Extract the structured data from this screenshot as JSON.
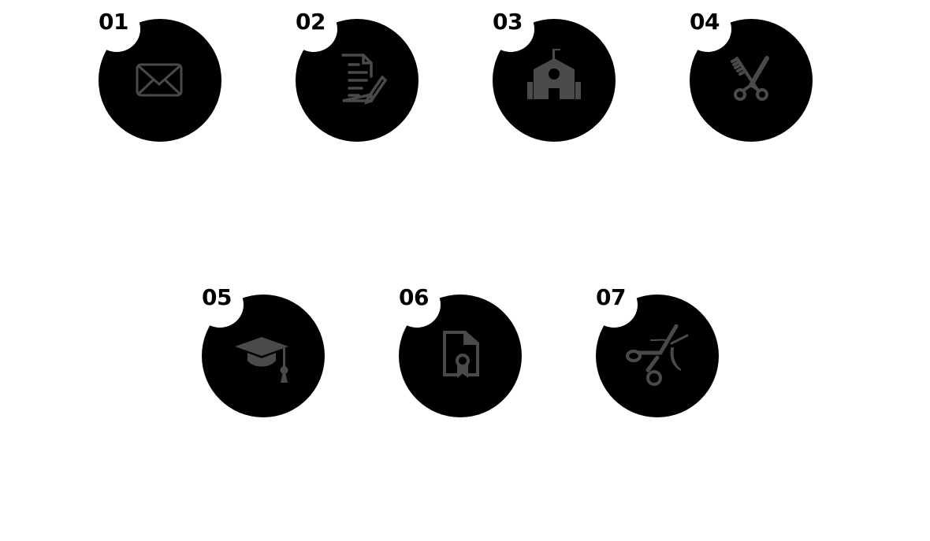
{
  "icon_color": "#4a4a4a",
  "items": [
    {
      "number": "01",
      "icon": "envelope-icon"
    },
    {
      "number": "02",
      "icon": "document-edit-icon"
    },
    {
      "number": "03",
      "icon": "school-building-icon"
    },
    {
      "number": "04",
      "icon": "scissors-comb-icon"
    },
    {
      "number": "05",
      "icon": "graduation-cap-icon"
    },
    {
      "number": "06",
      "icon": "certificate-file-icon"
    },
    {
      "number": "07",
      "icon": "scissors-hair-icon"
    }
  ]
}
